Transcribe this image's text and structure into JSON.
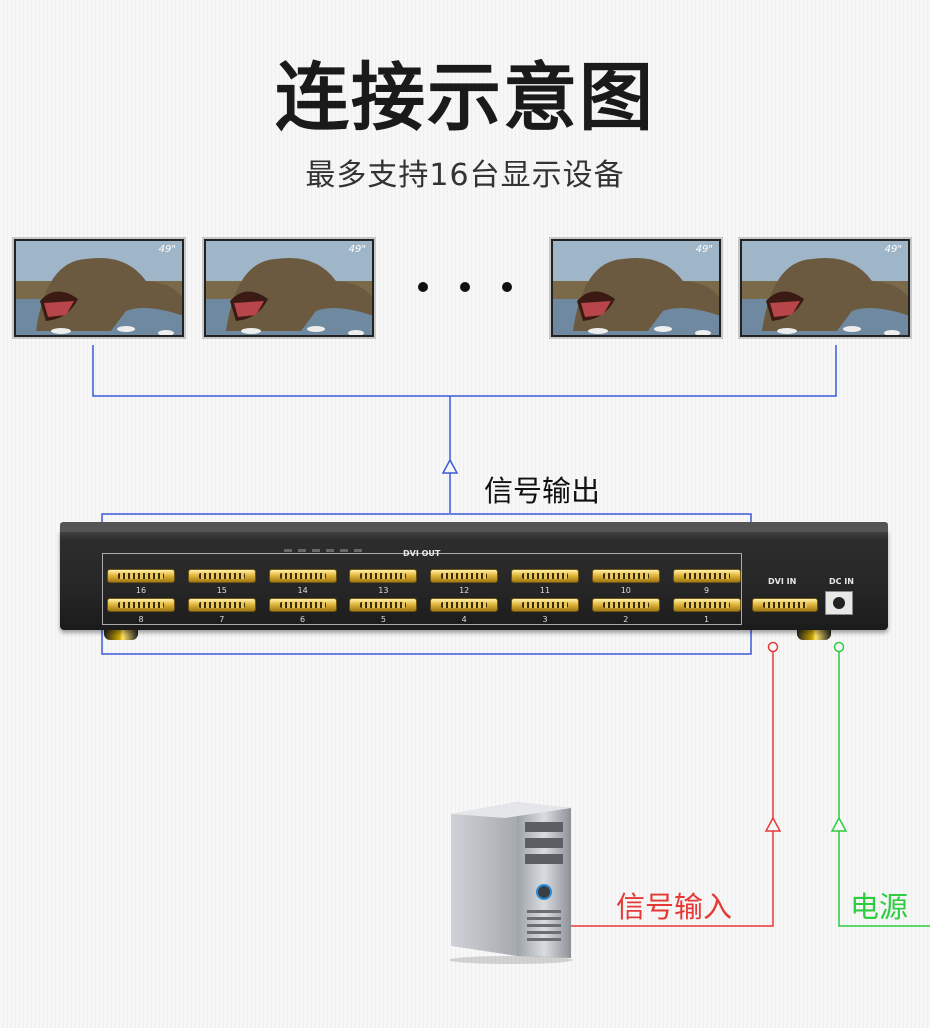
{
  "title": "连接示意图",
  "subtitle": "最多支持16台显示设备",
  "monitor_badge": "49\"",
  "labels": {
    "signal_out": "信号输出",
    "signal_in": "信号输入",
    "power": "电源"
  },
  "device": {
    "dvi_out_label": "DVI OUT",
    "dvi_in_label": "DVI IN",
    "dc_in_label": "DC IN",
    "ports_top": [
      "16",
      "15",
      "14",
      "13",
      "12",
      "11",
      "10",
      "9"
    ],
    "ports_bottom": [
      "8",
      "7",
      "6",
      "5",
      "4",
      "3",
      "2",
      "1"
    ]
  },
  "colors": {
    "output_line": "#3a5bd9",
    "input_line": "#e53935",
    "power_line": "#2ecc40"
  }
}
